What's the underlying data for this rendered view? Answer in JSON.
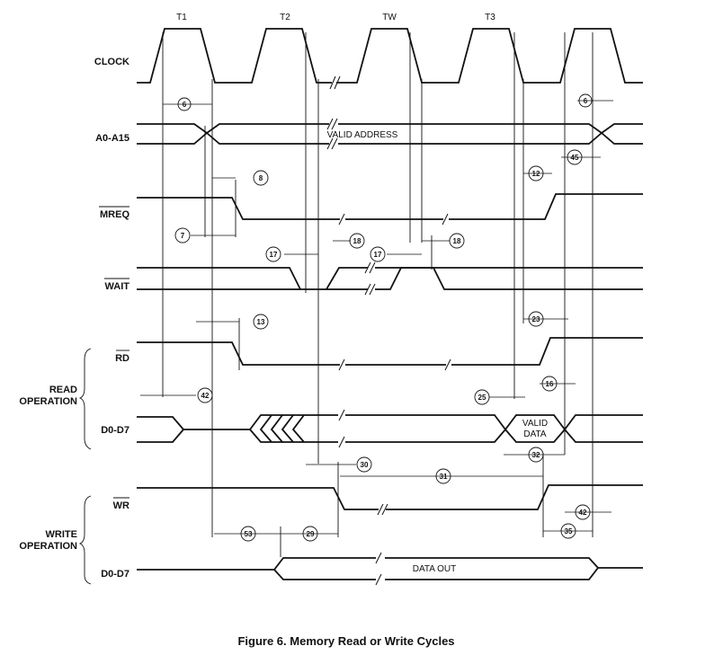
{
  "cycles": [
    "T1",
    "T2",
    "TW",
    "T3"
  ],
  "signals": {
    "clock": "CLOCK",
    "address": "A0-A15",
    "mreq": "MREQ",
    "wait": "WAIT",
    "rd": "RD",
    "read_data": "D0-D7",
    "wr": "WR",
    "write_data": "D0-D7"
  },
  "groups": {
    "read": [
      "READ",
      "OPERATION"
    ],
    "write": [
      "WRITE",
      "OPERATION"
    ]
  },
  "bus_labels": {
    "valid_address": "VALID ADDRESS",
    "valid_data": [
      "VALID",
      "DATA"
    ],
    "data_out": "DATA OUT"
  },
  "timing_params": [
    "6",
    "6",
    "45",
    "12",
    "8",
    "7",
    "17",
    "18",
    "17",
    "18",
    "13",
    "23",
    "42",
    "25",
    "16",
    "30",
    "31",
    "32",
    "42",
    "53",
    "29",
    "35"
  ],
  "caption": "Figure 6. Memory Read or Write Cycles"
}
